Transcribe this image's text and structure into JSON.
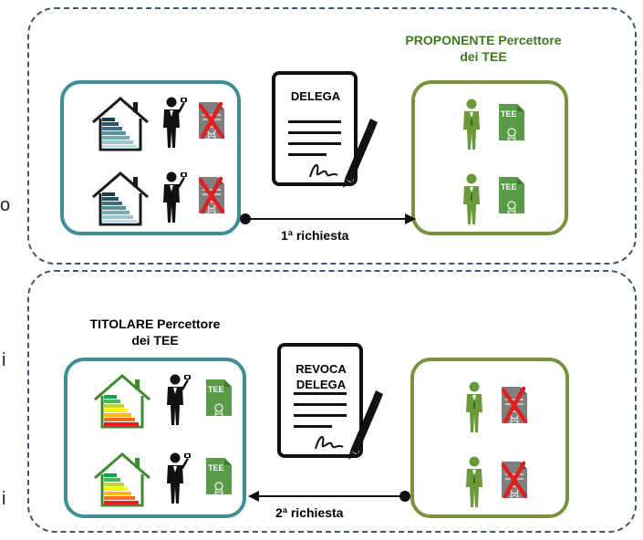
{
  "top_panel": {
    "recipient_label_line1": "PROPONENTE Percettore",
    "recipient_label_line2": "dei TEE",
    "document_label": "DELEGA",
    "arrow_label": "1ª richiesta",
    "left_edge_text": "o"
  },
  "bottom_panel": {
    "recipient_label_line1": "TITOLARE Percettore",
    "recipient_label_line2": "dei TEE",
    "document_label_line1": "REVOCA",
    "document_label_line2": "DELEGA",
    "arrow_label": "2ª richiesta",
    "left_edge_text_1": "i",
    "left_edge_text_2": "i"
  },
  "certificate_text": "TEE",
  "colors": {
    "panel_border": "#44546a",
    "teal_box": "#3f8e9a",
    "green_box": "#77933c",
    "label_green": "#3a7a1a",
    "certificate_green": "#5a9a48",
    "certificate_grey": "#7f7f7f",
    "cross_red": "#e02020"
  },
  "icons": [
    "house-energy-icon",
    "businessman-icon",
    "certificate-icon",
    "red-cross-icon",
    "contract-pen-icon"
  ]
}
